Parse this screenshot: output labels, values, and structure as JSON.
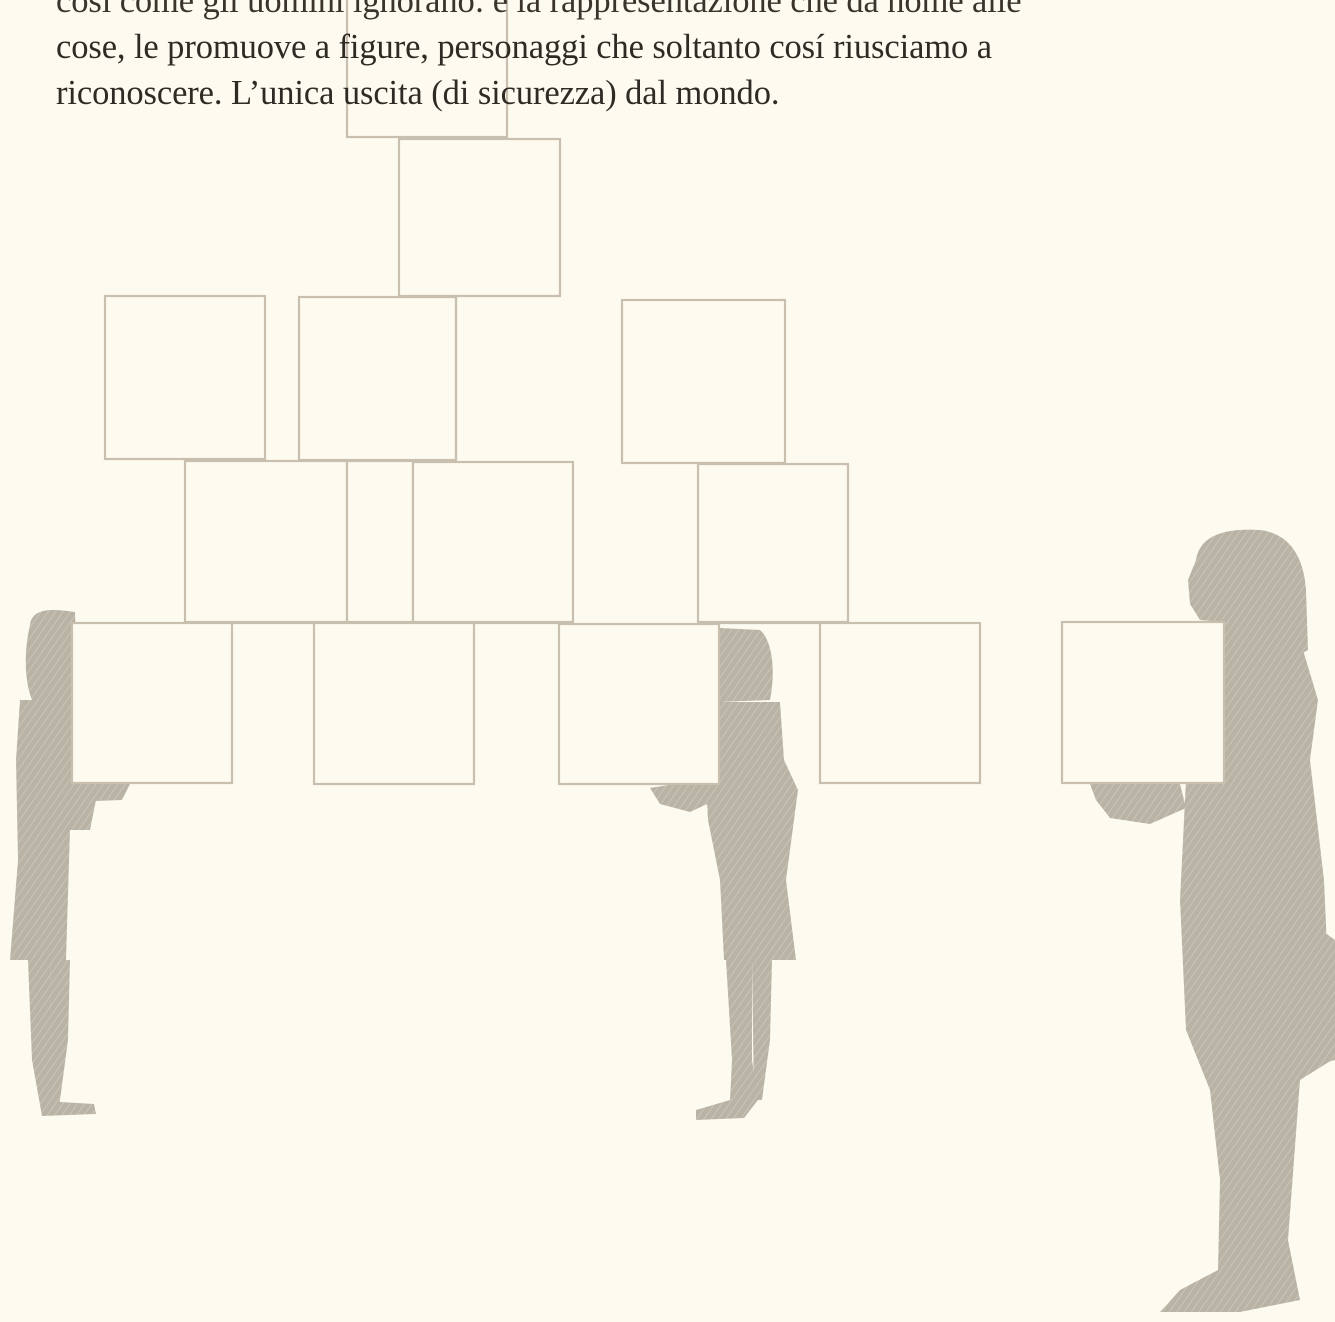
{
  "text": {
    "line1": "cosí come gli uomini ignorano: è la rappresentazione che dà nome alle",
    "line2": "cose, le promuove a figure, personaggi che soltanto cosí riusciamo a",
    "line3": "riconoscere. L’unica uscita (di sicurezza) dal mondo."
  },
  "colors": {
    "paper": "#fdfbf0",
    "ink": "#2f2a24",
    "box_stroke": "#c9bfae",
    "figure_fill": "#b8b2a4"
  },
  "figures": [
    {
      "icon": "figure-carrying-box-icon",
      "position": "left"
    },
    {
      "icon": "figure-carrying-box-icon",
      "position": "center"
    },
    {
      "icon": "figure-carrying-box-icon",
      "position": "right"
    }
  ]
}
